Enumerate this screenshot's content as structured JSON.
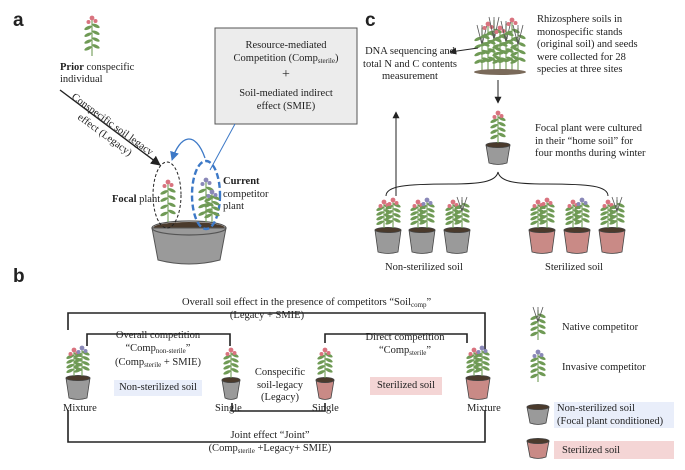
{
  "panels": {
    "a": "a",
    "b": "b",
    "c": "c"
  },
  "panel_a": {
    "prior_bold": "Prior",
    "prior_rest": " conspecific",
    "prior_line2": "individual",
    "legacy_line1": "Conspecific soil legacy",
    "legacy_line2": "effect (Legacy)",
    "box_line1": "Resource-mediated",
    "box_line2a": "Competition  (Comp",
    "box_line2sub": "sterile",
    "box_line2b": ")",
    "box_plus": "+",
    "box_line4": "Soil-mediated indirect",
    "box_line5": "effect (SMIE)",
    "focal_bold": "Focal",
    "focal_rest": " plant",
    "current_bold": "Current",
    "current_line2": "competitor",
    "current_line3": "plant"
  },
  "panel_c": {
    "rhizo_lines": [
      "Rhizosphere soils in",
      "monospecific stands",
      "(original soil) and seeds",
      "were collected for 28",
      "species at three sites"
    ],
    "dna_lines": [
      "DNA sequencing and",
      "total N and C contents",
      "measurement"
    ],
    "focal_lines": [
      "Focal plant were cultured",
      "in their “home soil” for",
      "four months during winter"
    ],
    "nonsterile_label": "Non-sterilized soil",
    "sterile_label": "Sterilized soil"
  },
  "panel_b": {
    "overall_soil_line1a": "Overall soil effect in the presence of competitors “Soil",
    "overall_soil_sub": "comp",
    "overall_soil_line1b": "”",
    "overall_soil_line2": "(Legacy + SMIE)",
    "overall_comp_line1": "Overall competition",
    "overall_comp_line2a": "“Comp",
    "overall_comp_line2sub": "non-sterile",
    "overall_comp_line2b": "”",
    "overall_comp_line3a": "(Comp",
    "overall_comp_line3sub": "sterile",
    "overall_comp_line3b": " + SMIE)",
    "nonsterile_box": "Non-sterilized soil",
    "sterile_box": "Sterilized soil",
    "direct_line1": "Direct competition",
    "direct_line2a": "“Comp",
    "direct_line2sub": "sterile",
    "direct_line2b": "”",
    "conspecific_lines": [
      "Conspecific",
      "soil-legacy",
      "(Legacy)"
    ],
    "mixture_left": "Mixture",
    "single_left": "Single",
    "single_right": "Single",
    "mixture_right": "Mixture",
    "joint_line1": "Joint effect “Joint”",
    "joint_line2a": "(Comp",
    "joint_line2sub": "sterile",
    "joint_line2b": " +Legacy+ SMIE)"
  },
  "legend": {
    "native": "Native competitor",
    "invasive": "Invasive competitor",
    "nonsterile_line1": "Non-sterilized soil",
    "nonsterile_line2": "(Focal plant conditioned)",
    "sterile": "Sterilized soil"
  },
  "colors": {
    "pot_nonsterile": "#9a9a9a",
    "pot_sterile": "#c98a86",
    "soil": "#4a3a2c",
    "leaf": "#6f9a55",
    "flower_pink": "#d9737f",
    "flower_purple": "#8a88b8",
    "arrow_blue": "#3d79c7",
    "sterile_box": "#f4d5d5",
    "nonsterile_box": "#e9eefa"
  }
}
